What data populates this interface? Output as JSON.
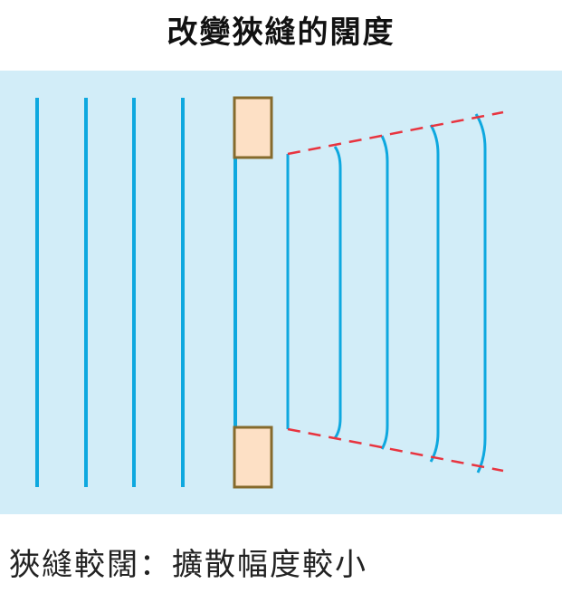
{
  "title": "改變狹縫的闊度",
  "caption": "狹縫較闊：擴散幅度較小",
  "colors": {
    "water": "#d2edf8",
    "wavefront": "#0ea8df",
    "barrier_fill": "#fde0c5",
    "barrier_stroke": "#856a2c",
    "spread_line": "#e8343f"
  },
  "diagram": {
    "incident_wavefront_count": 4,
    "diffracted_wavefront_count": 5
  }
}
